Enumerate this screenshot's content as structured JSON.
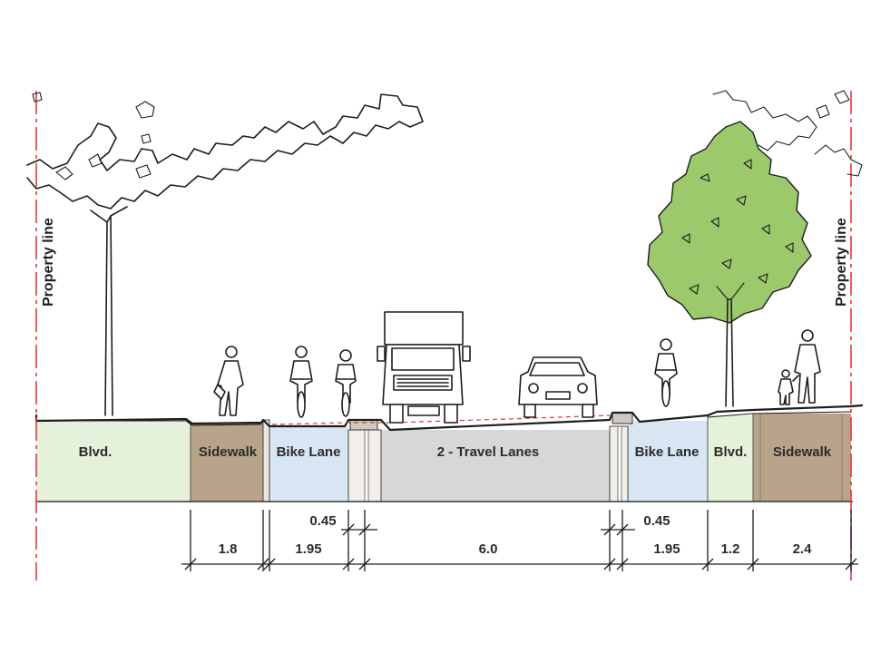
{
  "property_line": {
    "left_label": "Property line",
    "right_label": "Property line",
    "line_color": "#e03a3a"
  },
  "zones": [
    {
      "label": "Blvd.",
      "color": "#e6f1dc"
    },
    {
      "label": "Sidewalk",
      "color": "#b7a48b"
    },
    {
      "label": "Bike Lane",
      "color": "#d8e6f3"
    },
    {
      "label": "",
      "color": "#f2efe8"
    },
    {
      "label": "2 - Travel Lanes",
      "color": "#d6d7d9"
    },
    {
      "label": "",
      "color": "#f2efe8"
    },
    {
      "label": "Bike Lane",
      "color": "#d8e6f3"
    },
    {
      "label": "Blvd.",
      "color": "#e6f1dc"
    },
    {
      "label": "Sidewalk",
      "color": "#b7a48b"
    }
  ],
  "dimensions": {
    "lower_row": [
      "1.8",
      "1.95",
      "6.0",
      "1.95",
      "1.2",
      "2.4"
    ],
    "upper_row": [
      "0.45",
      "0.45"
    ]
  },
  "colors": {
    "tree_foliage": "#9cc96b",
    "linework": "#1d1d1d"
  }
}
